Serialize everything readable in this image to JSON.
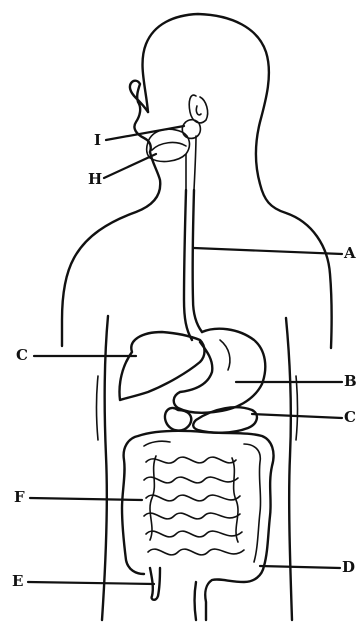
{
  "labels": {
    "a": "A",
    "b": "B",
    "c_right": "C",
    "c_left": "C",
    "d": "D",
    "e": "E",
    "f": "F",
    "h": "H",
    "i": "I"
  }
}
